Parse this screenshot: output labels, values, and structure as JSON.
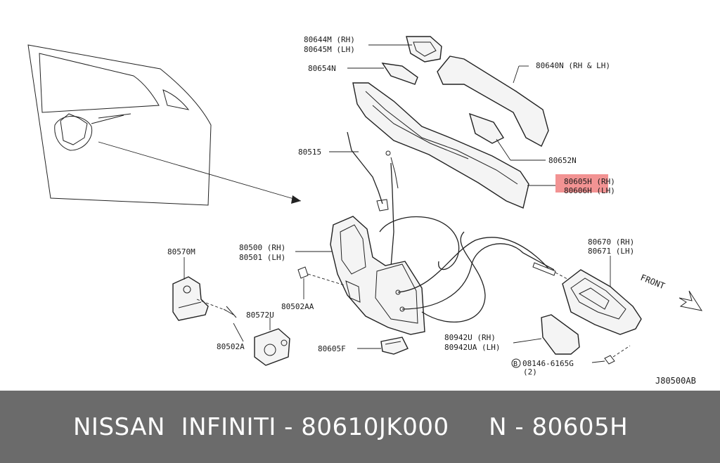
{
  "diagram": {
    "labels": {
      "p80644M": "80644M (RH)",
      "p80645M": "80645M (LH)",
      "p80654N": "80654N",
      "p80640N": "80640N (RH & LH)",
      "p80652N": "80652N",
      "p80515": "80515",
      "p80605H": "80605H (RH)",
      "p80606H": "80606H (LH)",
      "p80500": "80500 (RH)",
      "p80501": "80501 (LH)",
      "p80570M": "80570M",
      "p80670": "80670 (RH)",
      "p80671": "80671 (LH)",
      "p80502AA": "80502AA",
      "p80572U": "80572U",
      "p80502A": "80502A",
      "p80605F": "80605F",
      "p80942U": "80942U  (RH)",
      "p80942UA": "80942UA (LH)",
      "bolt_code": "08146-6165G",
      "bolt_circle": "B",
      "bolt_qty": "(2)",
      "front": "FRONT",
      "drawing_code": "J80500AB"
    },
    "highlight_color": "#f08080"
  },
  "footer": {
    "text": "NISSAN  INFINITI - 80610JK000     N - 80605H",
    "background": "#6b6b6b"
  }
}
